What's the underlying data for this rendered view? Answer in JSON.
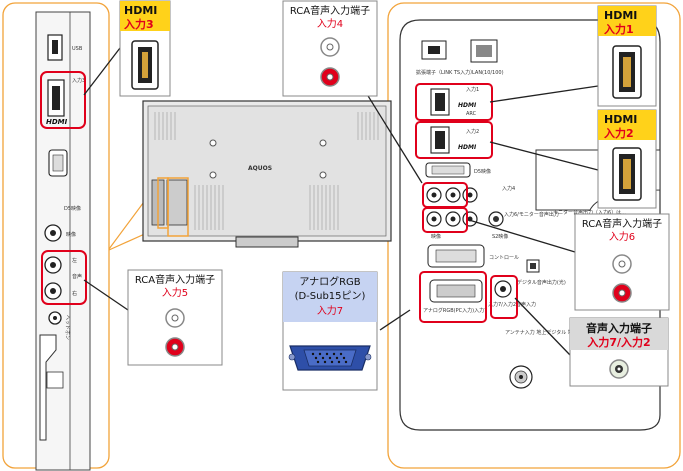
{
  "callouts": {
    "hdmi3": {
      "title": "HDMI",
      "sub": "入力3"
    },
    "hdmi1": {
      "title": "HDMI",
      "sub": "入力1"
    },
    "hdmi2": {
      "title": "HDMI",
      "sub": "入力2"
    },
    "rca4": {
      "title": "RCA音声入力端子",
      "sub": "入力4"
    },
    "rca5": {
      "title": "RCA音声入力端子",
      "sub": "入力5"
    },
    "rca6": {
      "title": "RCA音声入力端子",
      "sub": "入力6"
    },
    "analog": {
      "line1": "アナログRGB",
      "line2": "(D-Sub15ピン)",
      "sub": "入力7"
    },
    "audio": {
      "title": "音声入力端子",
      "sub": "入力7/入力2"
    }
  },
  "tv": {
    "brand": "AQUOS"
  },
  "side_panel": {
    "usb": "USB",
    "hdmi_logo": "HDMI",
    "input3": "入力3",
    "d5": "D5映像",
    "video": "映像",
    "left": "左",
    "audio": "音声",
    "right": "右",
    "headphone": "ヘッドホン"
  },
  "rear_panel": {
    "ext": "拡張端子（LINK TS入力）",
    "lan": "LAN(10/100)",
    "in1": "入力1",
    "arc": "ARC",
    "in2": "入力2",
    "hdmi_logo": "HDMI",
    "d5": "D5映像",
    "in4": "入力4",
    "in6": "入力6/モニター音声出力",
    "monitor_note": "モニター音声出力（入力6）は...",
    "video": "映像",
    "s2": "S2映像",
    "control": "コントロール",
    "digital_out": "デジタル音声出力(光)",
    "rgb_in7": "アナログRGB(PC入力)入力7",
    "audio_in": "入力7/入力2音声入力",
    "antenna": "アンテナ入力 地上デジタル 地上アナログ (VHF/UHF)"
  }
}
